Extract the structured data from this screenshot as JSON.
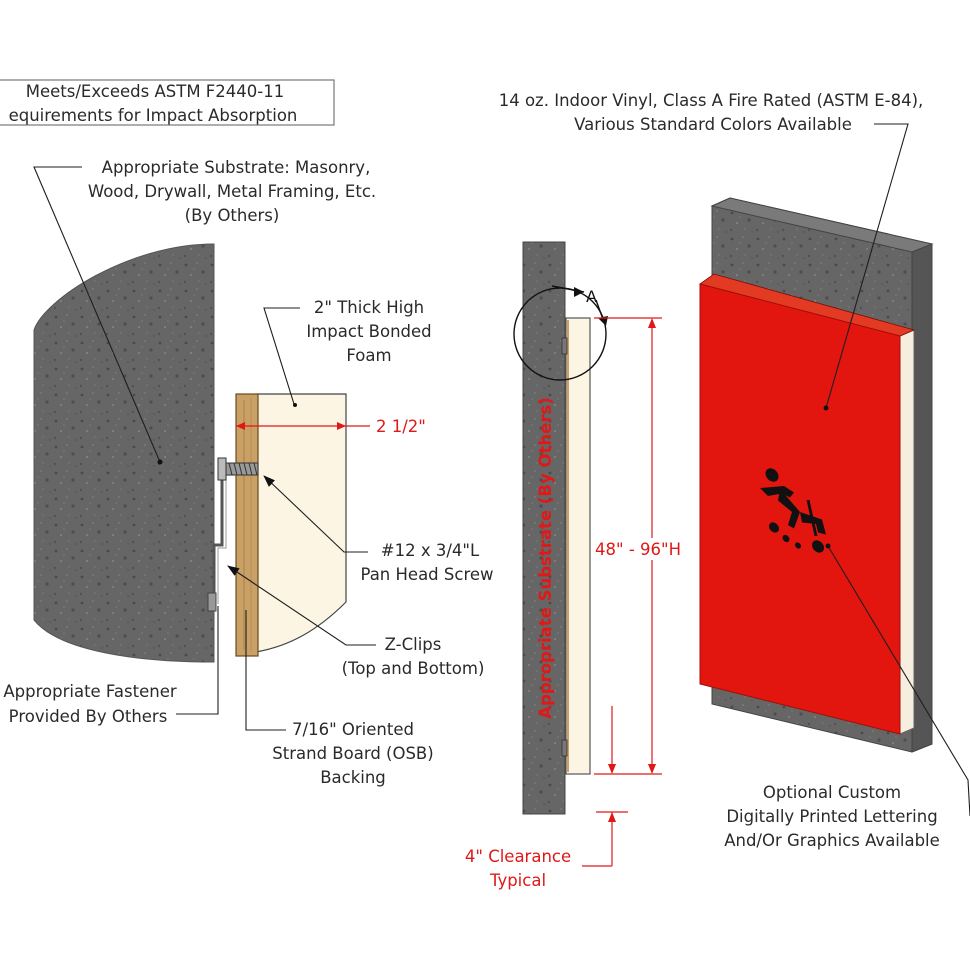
{
  "labels": {
    "astm_line1": "Meets/Exceeds ASTM F2440-11",
    "astm_line2": "equirements for Impact Absorption",
    "substrate_line1": "Appropriate Substrate: Masonry,",
    "substrate_line2": "Wood, Drywall, Metal Framing, Etc.",
    "substrate_line3": "(By Others)",
    "foam_line1": "2\" Thick High",
    "foam_line2": "Impact Bonded",
    "foam_line3": "Foam",
    "thickness": "2 1/2\"",
    "screw_line1": "#12 x 3/4\"L",
    "screw_line2": "Pan Head Screw",
    "zclip_line1": "Z-Clips",
    "zclip_line2": "(Top and Bottom)",
    "fastener_line1": "Appropriate Fastener",
    "fastener_line2": "Provided By Others",
    "osb_line1": "7/16\" Oriented",
    "osb_line2": "Strand Board (OSB)",
    "osb_line3": "Backing",
    "vinyl_line1": "14 oz. Indoor Vinyl, Class A Fire Rated (ASTM E-84),",
    "vinyl_line2": "Various Standard Colors Available",
    "detail_marker": "A",
    "substrate_vertical": "Appropriate Substrate (By Others)",
    "height_range": "48\" - 96\"H",
    "clearance_line1": "4\" Clearance",
    "clearance_line2": "Typical",
    "custom_line1": "Optional Custom",
    "custom_line2": "Digitally Printed Lettering",
    "custom_line3": "And/Or Graphics Available"
  },
  "colors": {
    "vinyl_red": "#e3160f",
    "dimension_red": "#e01818",
    "substrate_gray": "#636363",
    "foam_cream": "#fdf5e4",
    "osb_wood": "#c9a066"
  },
  "icons": {
    "graphic": "sports-figure-icon"
  }
}
